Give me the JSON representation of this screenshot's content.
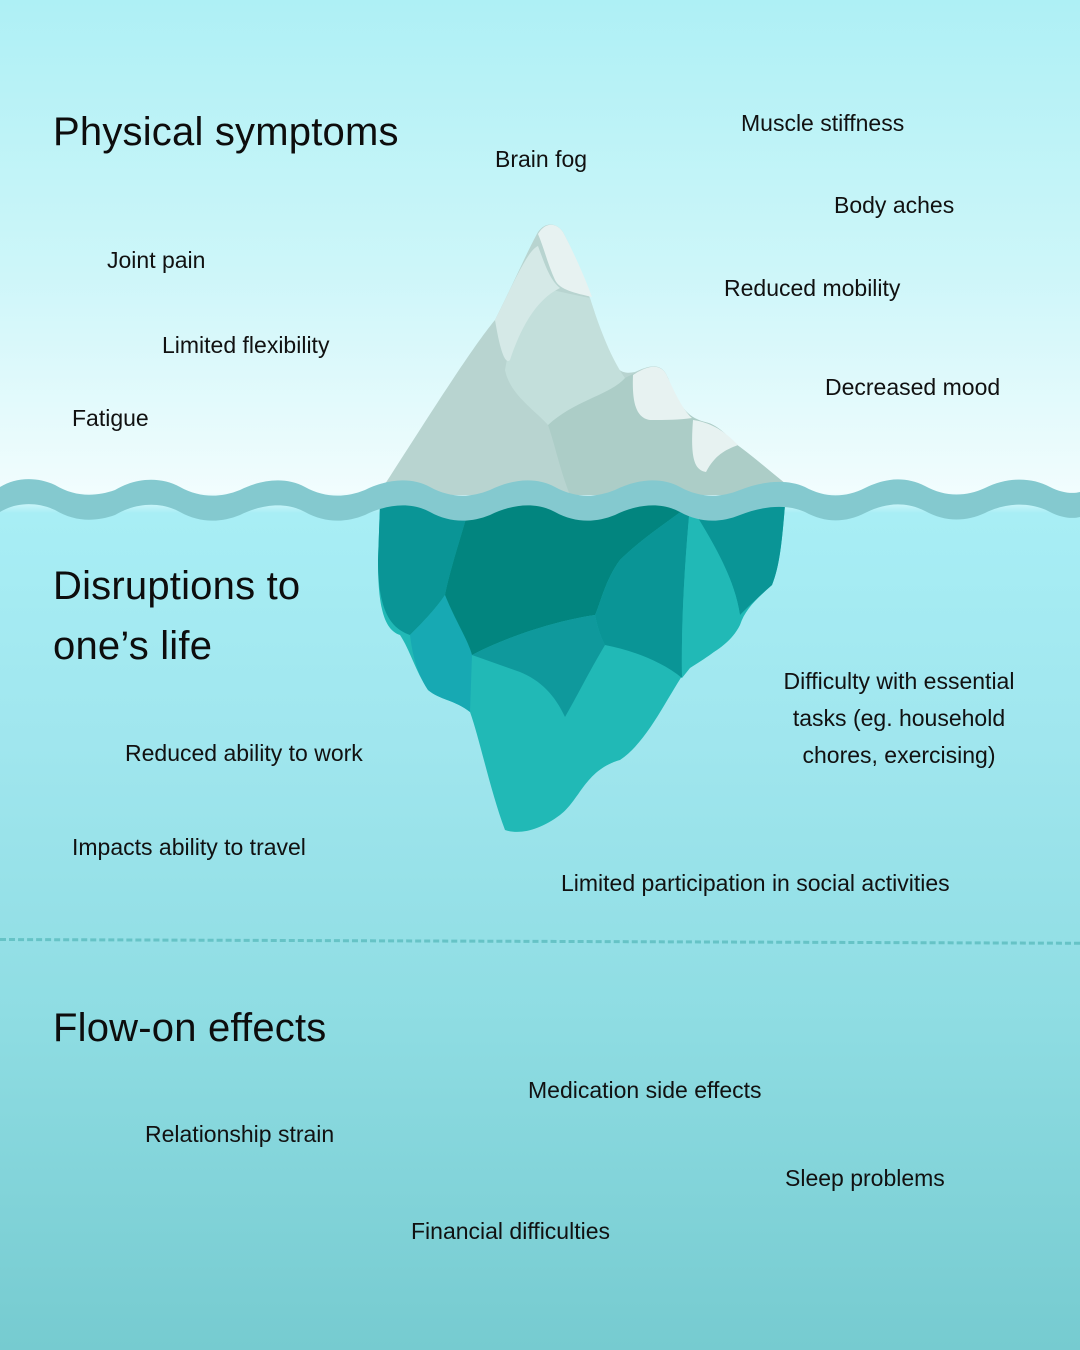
{
  "colors": {
    "sky_top": "#aef0f5",
    "sky_bottom": "#f2fdfe",
    "water_top": "#a8eef5",
    "water_bottom": "#76cbd0",
    "wave": "#84c9cf",
    "divider": "#66c3c6",
    "ice_above": [
      "#e7f2f1",
      "#d5e9e7",
      "#c3dfdb",
      "#b8d4d0",
      "#accdc7"
    ],
    "ice_below": [
      "#0a9596",
      "#02857f",
      "#17a9b3",
      "#0f999c",
      "#21b9b6"
    ],
    "text": "#111111"
  },
  "sections": {
    "physical": {
      "heading": "Physical symptoms",
      "items": [
        "Brain fog",
        "Muscle stiffness",
        "Body aches",
        "Joint pain",
        "Reduced mobility",
        "Limited flexibility",
        "Decreased mood",
        "Fatigue"
      ]
    },
    "disruptions": {
      "heading_line1": "Disruptions to",
      "heading_line2": "one’s life",
      "items": [
        "Reduced ability to work",
        "Impacts ability to travel",
        "Limited participation in social activities"
      ],
      "essential_tasks": {
        "line1": "Difficulty with essential",
        "line2": "tasks (eg. household",
        "line3": "chores, exercising)"
      }
    },
    "flow_on": {
      "heading": "Flow-on effects",
      "items": [
        "Medication side effects",
        "Relationship strain",
        "Sleep problems",
        "Financial difficulties"
      ]
    }
  }
}
